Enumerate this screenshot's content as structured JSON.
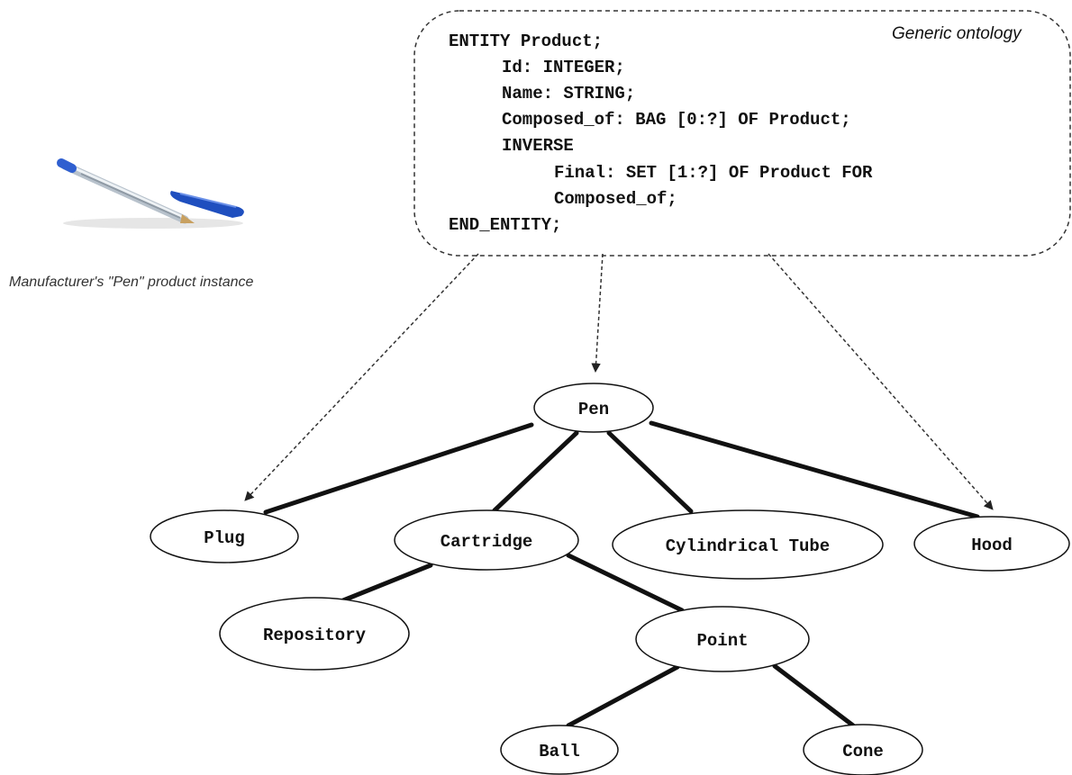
{
  "ontology": {
    "title": "Generic ontology",
    "code_lines": [
      "ENTITY Product;",
      "Id: INTEGER;",
      "Name: STRING;",
      "Composed_of: BAG [0:?] OF Product;",
      "INVERSE",
      "Final: SET [1:?] OF Product FOR",
      "Composed_of;",
      "END_ENTITY;"
    ]
  },
  "instance": {
    "caption": "Manufacturer's \"Pen\" product instance",
    "image_icon": "ballpoint-pen-icon"
  },
  "tree": {
    "nodes": [
      {
        "id": "pen",
        "label": "Pen"
      },
      {
        "id": "plug",
        "label": "Plug"
      },
      {
        "id": "cartridge",
        "label": "Cartridge"
      },
      {
        "id": "cylindrical-tube",
        "label": "Cylindrical Tube"
      },
      {
        "id": "hood",
        "label": "Hood"
      },
      {
        "id": "repository",
        "label": "Repository"
      },
      {
        "id": "point",
        "label": "Point"
      },
      {
        "id": "ball",
        "label": "Ball"
      },
      {
        "id": "cone",
        "label": "Cone"
      }
    ],
    "edges": [
      [
        "pen",
        "plug"
      ],
      [
        "pen",
        "cartridge"
      ],
      [
        "pen",
        "cylindrical-tube"
      ],
      [
        "pen",
        "hood"
      ],
      [
        "cartridge",
        "repository"
      ],
      [
        "cartridge",
        "point"
      ],
      [
        "point",
        "ball"
      ],
      [
        "point",
        "cone"
      ]
    ],
    "dashed_links": [
      "plug",
      "pen",
      "hood"
    ]
  },
  "colors": {
    "line": "#111111",
    "pen_ink": "#1f4fbf"
  }
}
